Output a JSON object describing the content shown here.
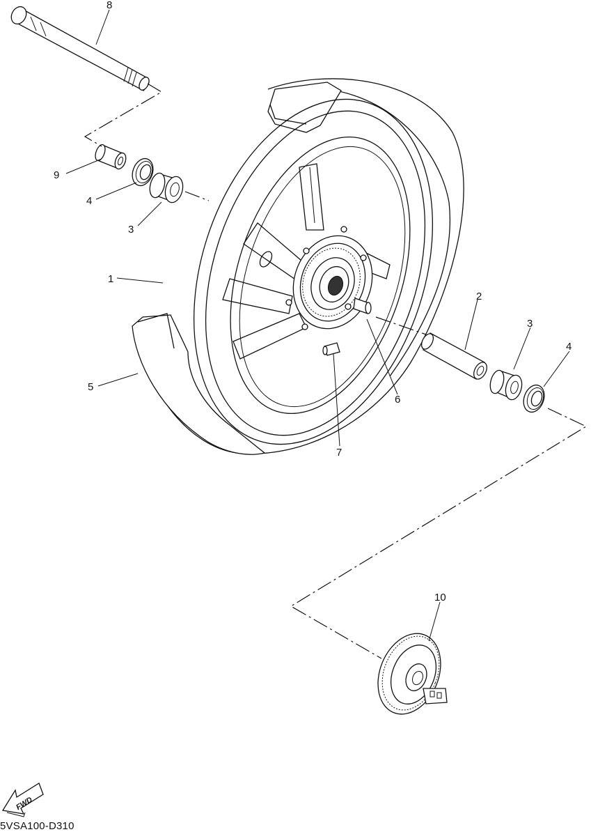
{
  "callouts": [
    {
      "id": "c1",
      "text": "1"
    },
    {
      "id": "c2",
      "text": "2"
    },
    {
      "id": "c3a",
      "text": "3"
    },
    {
      "id": "c3b",
      "text": "3"
    },
    {
      "id": "c4a",
      "text": "4"
    },
    {
      "id": "c4b",
      "text": "4"
    },
    {
      "id": "c5",
      "text": "5"
    },
    {
      "id": "c6",
      "text": "6"
    },
    {
      "id": "c7",
      "text": "7"
    },
    {
      "id": "c8",
      "text": "8"
    },
    {
      "id": "c9",
      "text": "9"
    },
    {
      "id": "c10",
      "text": "10"
    }
  ],
  "direction_arrow": {
    "text": "FWD"
  },
  "drawing_code": "5VSA100-D310"
}
